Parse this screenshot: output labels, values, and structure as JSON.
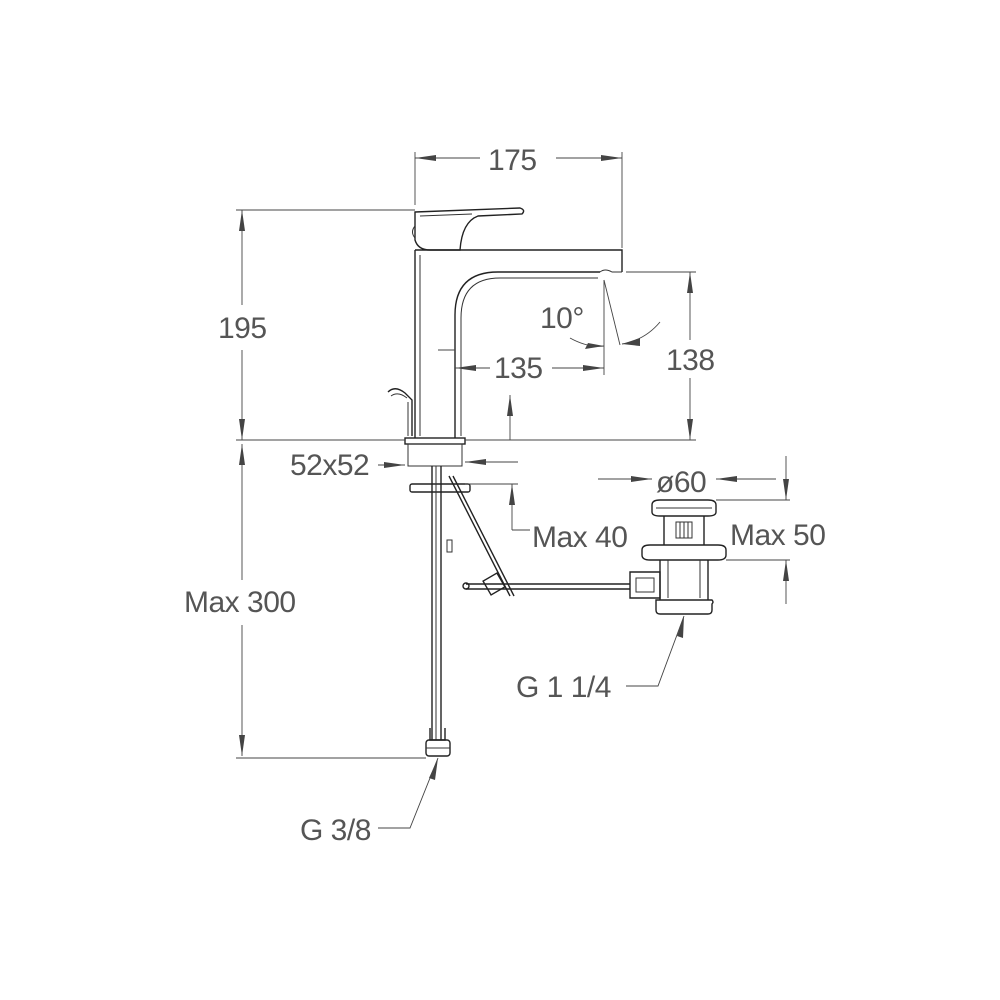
{
  "drawing": {
    "dimensions": {
      "width_175": "175",
      "height_195": "195",
      "angle_10": "10°",
      "reach_135": "135",
      "spout_height_138": "138",
      "base_52x52": "52x52",
      "max_40": "Max 40",
      "diameter_60": "ø60",
      "max_50": "Max 50",
      "max_300": "Max 300",
      "drain_thread": "G 1 1/4",
      "supply_thread": "G 3/8"
    },
    "colors": {
      "line": "#222222",
      "dimension_line": "#444444",
      "text": "#555555",
      "background": "#ffffff"
    }
  }
}
